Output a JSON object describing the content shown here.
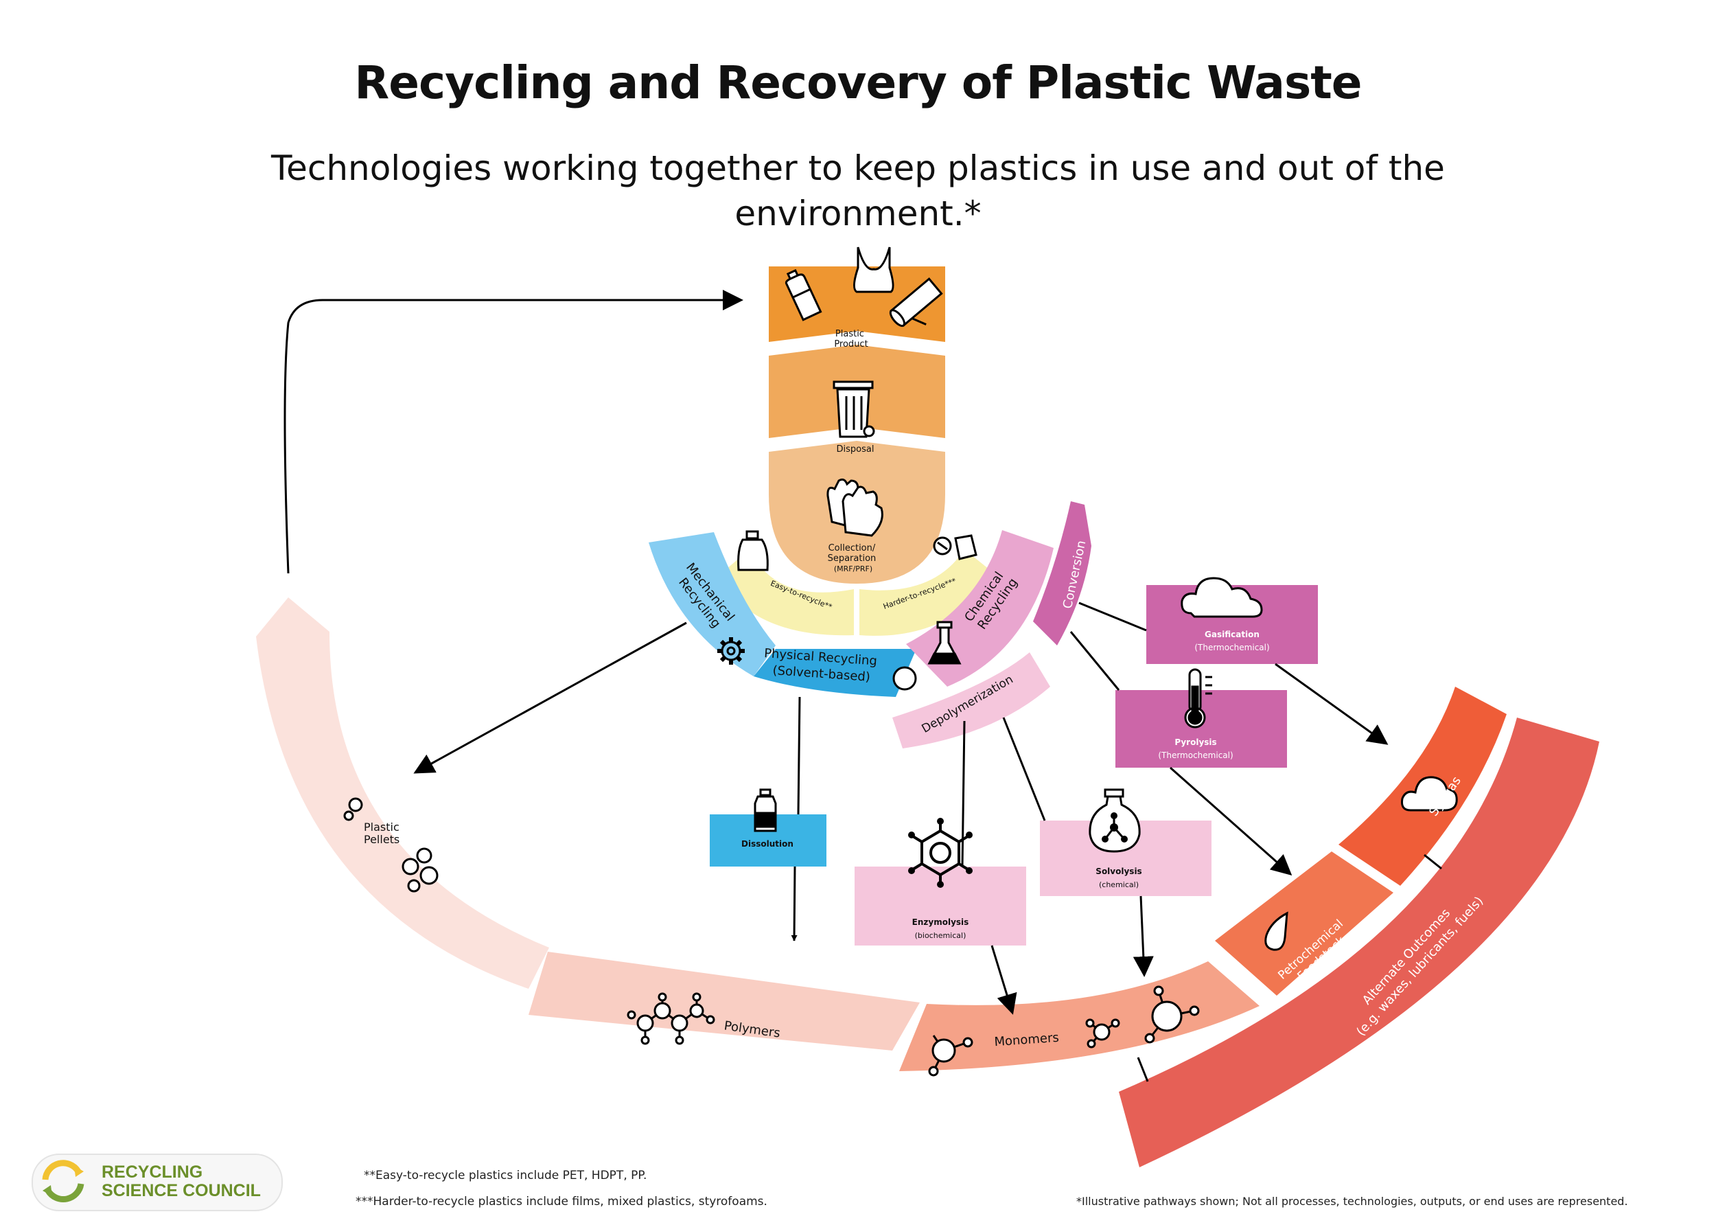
{
  "header": {
    "title": "Recycling and Recovery of Plastic Waste",
    "subtitle": "Technologies working together to keep plastics in use and out of the environment.*"
  },
  "funnel": {
    "plastic_product": [
      "Plastic",
      "Product"
    ],
    "disposal": "Disposal",
    "collection": [
      "Collection/",
      "Separation",
      "(MRF/PRF)"
    ]
  },
  "streams": {
    "easy": "Easy-to-recycle**",
    "harder": "Harder-to-recycle***"
  },
  "methods": {
    "mechanical": [
      "Mechanical",
      "Recycling"
    ],
    "physical": [
      "Physical Recycling",
      "(Solvent-based)"
    ],
    "chemical": [
      "Chemical",
      "Recycling"
    ],
    "conversion": "Conversion",
    "depolymerization": "Depolymerization"
  },
  "processes": {
    "dissolution": {
      "name": "Dissolution"
    },
    "enzymolysis": {
      "name": "Enzymolysis",
      "type": "(biochemical)"
    },
    "solvolysis": {
      "name": "Solvolysis",
      "type": "(chemical)"
    },
    "gasification": {
      "name": "Gasification",
      "type": "(Thermochemical)"
    },
    "pyrolysis": {
      "name": "Pyrolysis",
      "type": "(Thermochemical)"
    }
  },
  "outputs": {
    "pellets": [
      "Plastic",
      "Pellets"
    ],
    "polymers": "Polymers",
    "monomers": "Monomers",
    "petrochemical": [
      "Petrochemical",
      "Feedstock"
    ],
    "syngas": "Syngas",
    "alternate": [
      "Alternate Outcomes",
      "(e.g. waxes, lubricants, fuels)"
    ]
  },
  "footnotes": {
    "easy": "**Easy-to-recycle plastics include PET, HDPT, PP.",
    "harder": "***Harder-to-recycle plastics include films, mixed plastics, styrofoams.",
    "disclaimer": "*Illustrative pathways shown; Not all processes, technologies, outputs, or end uses are represented."
  },
  "logo": {
    "line1": "RECYCLING",
    "line2": "SCIENCE COUNCIL"
  },
  "colors": {
    "product": "#ee9631",
    "disposal": "#f0a95b",
    "collection": "#f2c08b",
    "stream": "#f8f1b0",
    "mechanical": "#86cdf2",
    "physical": "#2fa6de",
    "chemical": "#e9a6cf",
    "conversion": "#cc66a8",
    "depolymerization": "#f5c6dc",
    "dissolution": "#3bb4e4",
    "enzymolysis": "#f5c6dc",
    "pyrolysis": "#cc66a8",
    "pellets": "#fbe2dc",
    "polymers": "#f9cec3",
    "monomers": "#f5a288",
    "petrochemical": "#f17650",
    "syngas": "#ef5d38",
    "alternate": "#e66056"
  },
  "icons": [
    "bottle-icon",
    "bag-icon",
    "film-roll-icon",
    "trash-bin-icon",
    "gloves-icon",
    "jug-icon",
    "bag-ring-icon",
    "gear-icon",
    "circle-icon",
    "flask-icon",
    "cloud-icon",
    "thermometer-icon",
    "drop-icon",
    "bottle-dark-icon",
    "benzene-icon",
    "molecule-icon"
  ]
}
